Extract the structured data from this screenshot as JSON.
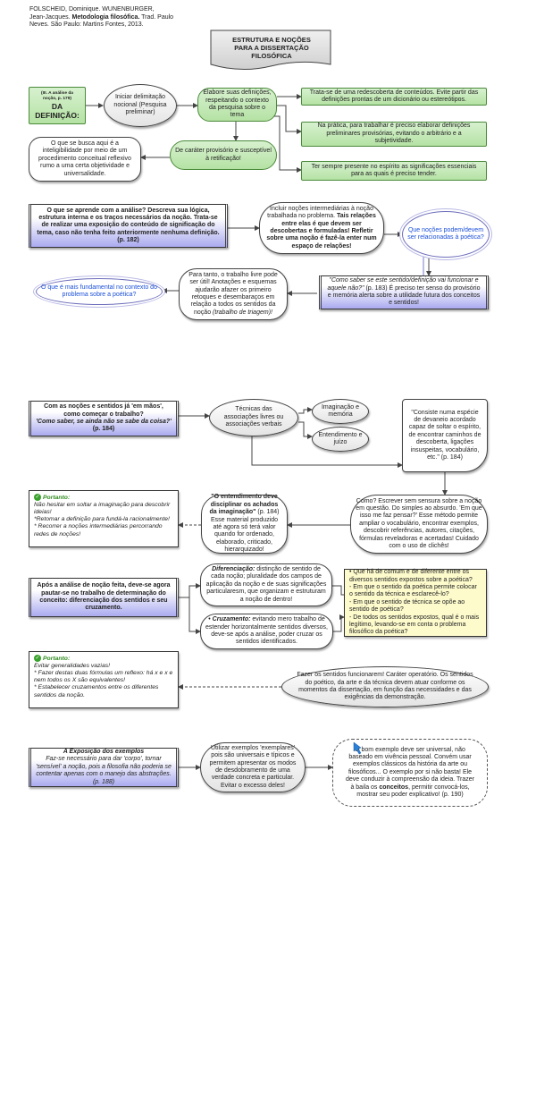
{
  "reference": {
    "authors": "FOLSCHEID, Dominique. WUNENBURGER,",
    "line2_pre": "Jean-Jacques. ",
    "book": "Metodologia filosófica.",
    "line2_post": " Trad. Paulo",
    "line3": "Neves. São Paulo: Martins Fontes, 2013."
  },
  "title": "ESTRUTURA E NOÇÕES PARA A DISSERTAÇÃO FILOSÓFICA",
  "s1": {
    "def_ref": "(III. A análise da noção, p. 179)",
    "def_title": "DA DEFINIÇÃO:",
    "inicial": "Iniciar delimitação nocional (Pesquisa preliminar)",
    "elabore": "Elabore suas definições, respeitando o contexto da pesquisa sobre o tema",
    "redescoberta": "Trata-se de uma redescoberta de conteúdos. Evite partir das definições prontas de um dicionário ou estereótipos.",
    "pratica": "Na prática, para trabalhar é preciso elaborar definições preliminares provisórias, evitando o arbitrário e a subjetividade.",
    "presente": "Ter sempre presente no espírito as significações essenciais para as quais é preciso tender.",
    "provisorio": "De caráter provisório e susceptível à retificação!",
    "busca": "O que se busca aqui é a inteligibilidade por meio de um procedimento conceitual reflexivo rumo a uma certa objetividade e universalidade."
  },
  "s2": {
    "analise": "O que se aprende com a análise? Descreva sua lógica, estrutura interna e os traços necessários da noção. Trata-se de realizar uma exposição do conteúdo de significação do tema, caso não tenha feito anteriormente nenhuma definição. (p. 182)",
    "incluir_a": "Incluir noções intermediárias à noção trabalhada no problema. ",
    "incluir_b": "Tais relações entre elas é que devem ser descobertas e formuladas! Refletir sobre uma noção é fazê-la enter num espaço de relações!",
    "cloud1": "Que noções podem/devem ser relacionadas à poética?",
    "comosaber_a": "\"Como saber se este sentido/definição vai funcionar e aquele não?\"",
    "comosaber_b": " (p. 183) É preciso ter senso do provisório e memória alerta sobre a utilidade futura dos conceitos e sentidos!",
    "paratanto_a": "Para tanto, o trabalho livre pode ser útil! Anotações e esquemas ajudarão afazer os primeiro retoques e desembaraços em relação a todos os sentidos da noção ",
    "paratanto_b": "(trabalho de triagem)!",
    "cloud2": "O que é mais fundamental no contexto do problema sobre a poética?"
  },
  "s3": {
    "noc_a": "Com as noções e sentidos já 'em mãos', como começar o trabalho?",
    "noc_b": "'Como saber, se ainda não se sabe da coisa?'",
    "noc_c": " (p. 184)",
    "tecnicas": "Técnicas das associações livres ou associações verbais",
    "imaginacao": "Imaginação e memória",
    "entendimento": "Entendimento e juízo",
    "devaneio": "\"Consiste numa espécie de devaneio acordado capaz de soltar o espírito, de encontrar caminhos de descoberta, ligações insuspeitas, vocabulário, etc.\" (p. 184)",
    "como": "Como? Escrever sem sensura sobre a noção em questão. Do simples ao absurdo. 'Em que isso me faz pensar?' Esse método permite ampliar o vocabulário, encontrar exemplos, descobrir referências, autores, citações, fórmulas reveladoras e acertadas! Cuidado com o uso de clichês!",
    "ent_a": "\"O entendimento deve disciplinar os achados da imaginação\"",
    "ent_b": " (p. 184) Esse material produzido até agora só terá valor quando for ordenado, elaborado, criticado, hierarquizado!",
    "portanto_title": "Portanto:",
    "portanto_items": [
      "Não hesitar em soltar a imaginação para descobrir ideias!",
      "*Retomar a definição para fundá-la racionalmente!",
      "* Recorrer a noções intermediárias percorrando redes de noções!"
    ]
  },
  "s4": {
    "apos": "Após a análise de noção feita, deve-se agora pautar-se no trabalho de determinação do conceito: diferenciação dos sentidos e seu cruzamento.",
    "dif_label": "Diferenciação:",
    "dif_text": " distinção de sentido de cada noção; pluralidade dos campos de aplicação da noção e de suas significações particularesm, que organizam e estruturam a noção de dentro!",
    "cruz_label": "Cruzamento:",
    "cruz_text": " evitando mero trabalho de estender horizontalmente sentidos diversos, deve-se após a análise, poder cruzar os sentidos identificados.",
    "questions": [
      "• Que há de comum e de diferente entre os diversos sentidos expostos sobre a poética?",
      "- Em que o sentido da poética permite colocar o sentido da técnica e esclarecê-lo?",
      "- Em que o sentido de técnica se opõe ao sentido de poética?",
      "- De todos os sentidos expostos, qual é o mais legítimo, levando-se em conta o problema filosófico da poética?"
    ],
    "portanto_title": "Portanto:",
    "portanto_items": [
      "Evitar generalidades vazias!",
      "* Fazer destas duas fórmulas um reflexo: há x e x e nem todos os X são equivalentes!",
      "* Estabelecer cruzamentos entre os diferentes sentidos da noção."
    ],
    "fazer": "Fazer os sentidos funcionarem! Caráter operatório. Os sentidos do poético, da arte e da técnica devem atuar conforme os momentos da dissertação, em função das necessidades e das exigências da demonstração."
  },
  "s5": {
    "expo_title": "A Exposição dos exemplos",
    "expo_text": "Faz-se necessário para dar 'corpo', tornar 'sensível' a noção, pois a filosofia não poderia se contentar apenas com o manejo das abstrações. (p. 188)",
    "utilizar": "Utilizar exemplos 'exemplares' pois são universais e típicos e permitem apresentar os modos de desdobramento de uma verdade concreta e particular. Evitar o excesso deles!",
    "bom_a": "O bom exemplo deve ser universal, não baseado em vivência pessoal. Convém usar exemplos clássicos da história da arte ou filosóficos... O exemplo por si não basta! Ele deve conduzir à compreensão da ideia. Trazer à baila os ",
    "bom_b": "conceitos",
    "bom_c": ", permitir convocá-los, mostrar seu poder explicativo! (p. 190)"
  },
  "colors": {
    "green": "#b5e2a4",
    "blue": "#aaaaf0",
    "yellow": "#fdfbcc",
    "cloud_text": "#1a4fd8",
    "portanto": "#2f8a1e"
  }
}
